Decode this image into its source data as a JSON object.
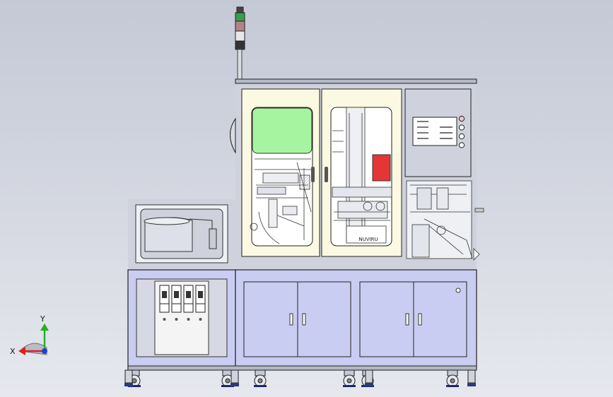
{
  "viewport": {
    "background_top": "#c4c9d6",
    "background_bottom": "#e6e8ee"
  },
  "machine": {
    "frame_color": "#cfd2dc",
    "frame_stroke": "#2a2a2a",
    "door_panel_color": "#fbf9e1",
    "cabinet_color": "#c9cdf2",
    "window_color": "#a7f4a0",
    "red_block_color": "#e53535",
    "window_label": "NUVIRU",
    "switch_count": 4,
    "panel_button_count": 4
  },
  "signal_tower": {
    "colors": [
      "#3c9a4e",
      "#b08585",
      "#e8e8e8",
      "#333333"
    ]
  },
  "triad": {
    "x_label": "X",
    "y_label": "Y",
    "x_color": "#e02020",
    "y_color": "#20b020",
    "z_color": "#2040d0"
  }
}
